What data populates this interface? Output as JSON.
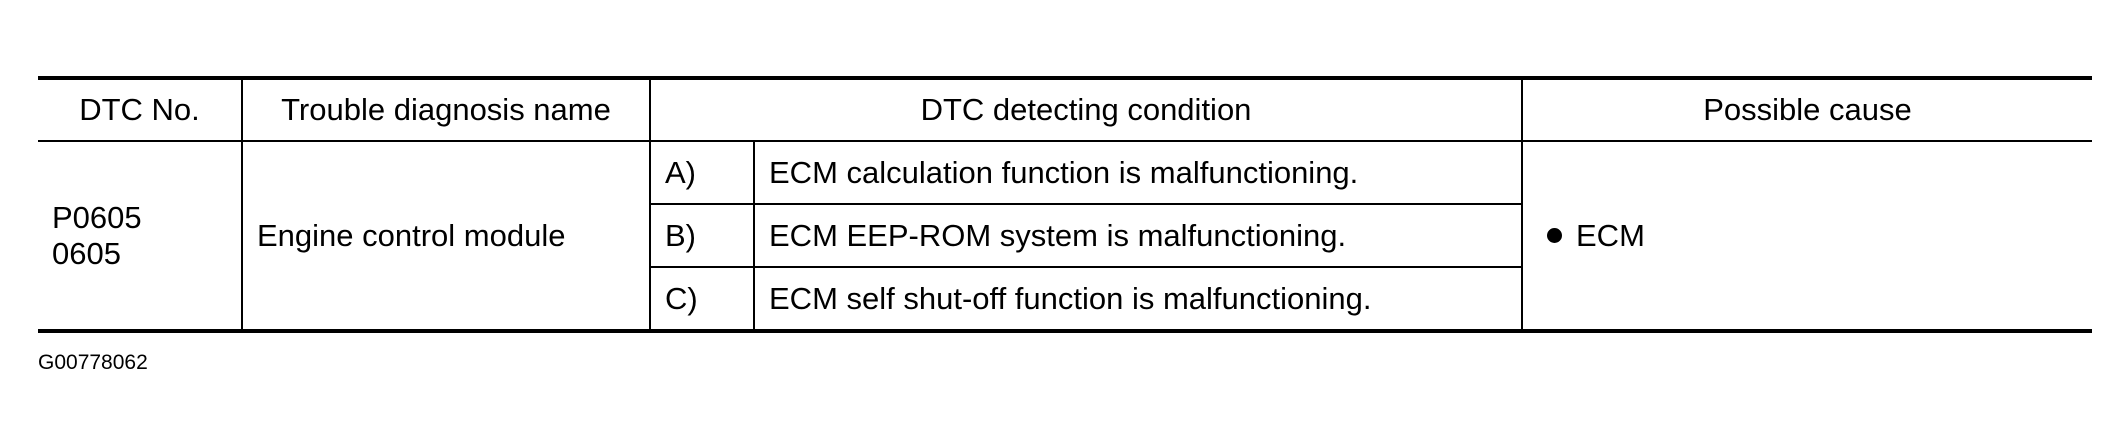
{
  "table": {
    "headers": {
      "dtc_no": "DTC No.",
      "diagnosis_name": "Trouble diagnosis name",
      "detecting_condition": "DTC detecting condition",
      "possible_cause": "Possible cause"
    },
    "row": {
      "dtc_no": "P0605\n0605",
      "diagnosis_name": "Engine control module",
      "conditions": [
        {
          "label": "A)",
          "text": "ECM calculation function is malfunctioning."
        },
        {
          "label": "B)",
          "text": "ECM EEP-ROM system is malfunctioning."
        },
        {
          "label": "C)",
          "text": "ECM self shut-off function is malfunctioning."
        }
      ],
      "possible_cause": "ECM"
    }
  },
  "figure_id": "G00778062"
}
